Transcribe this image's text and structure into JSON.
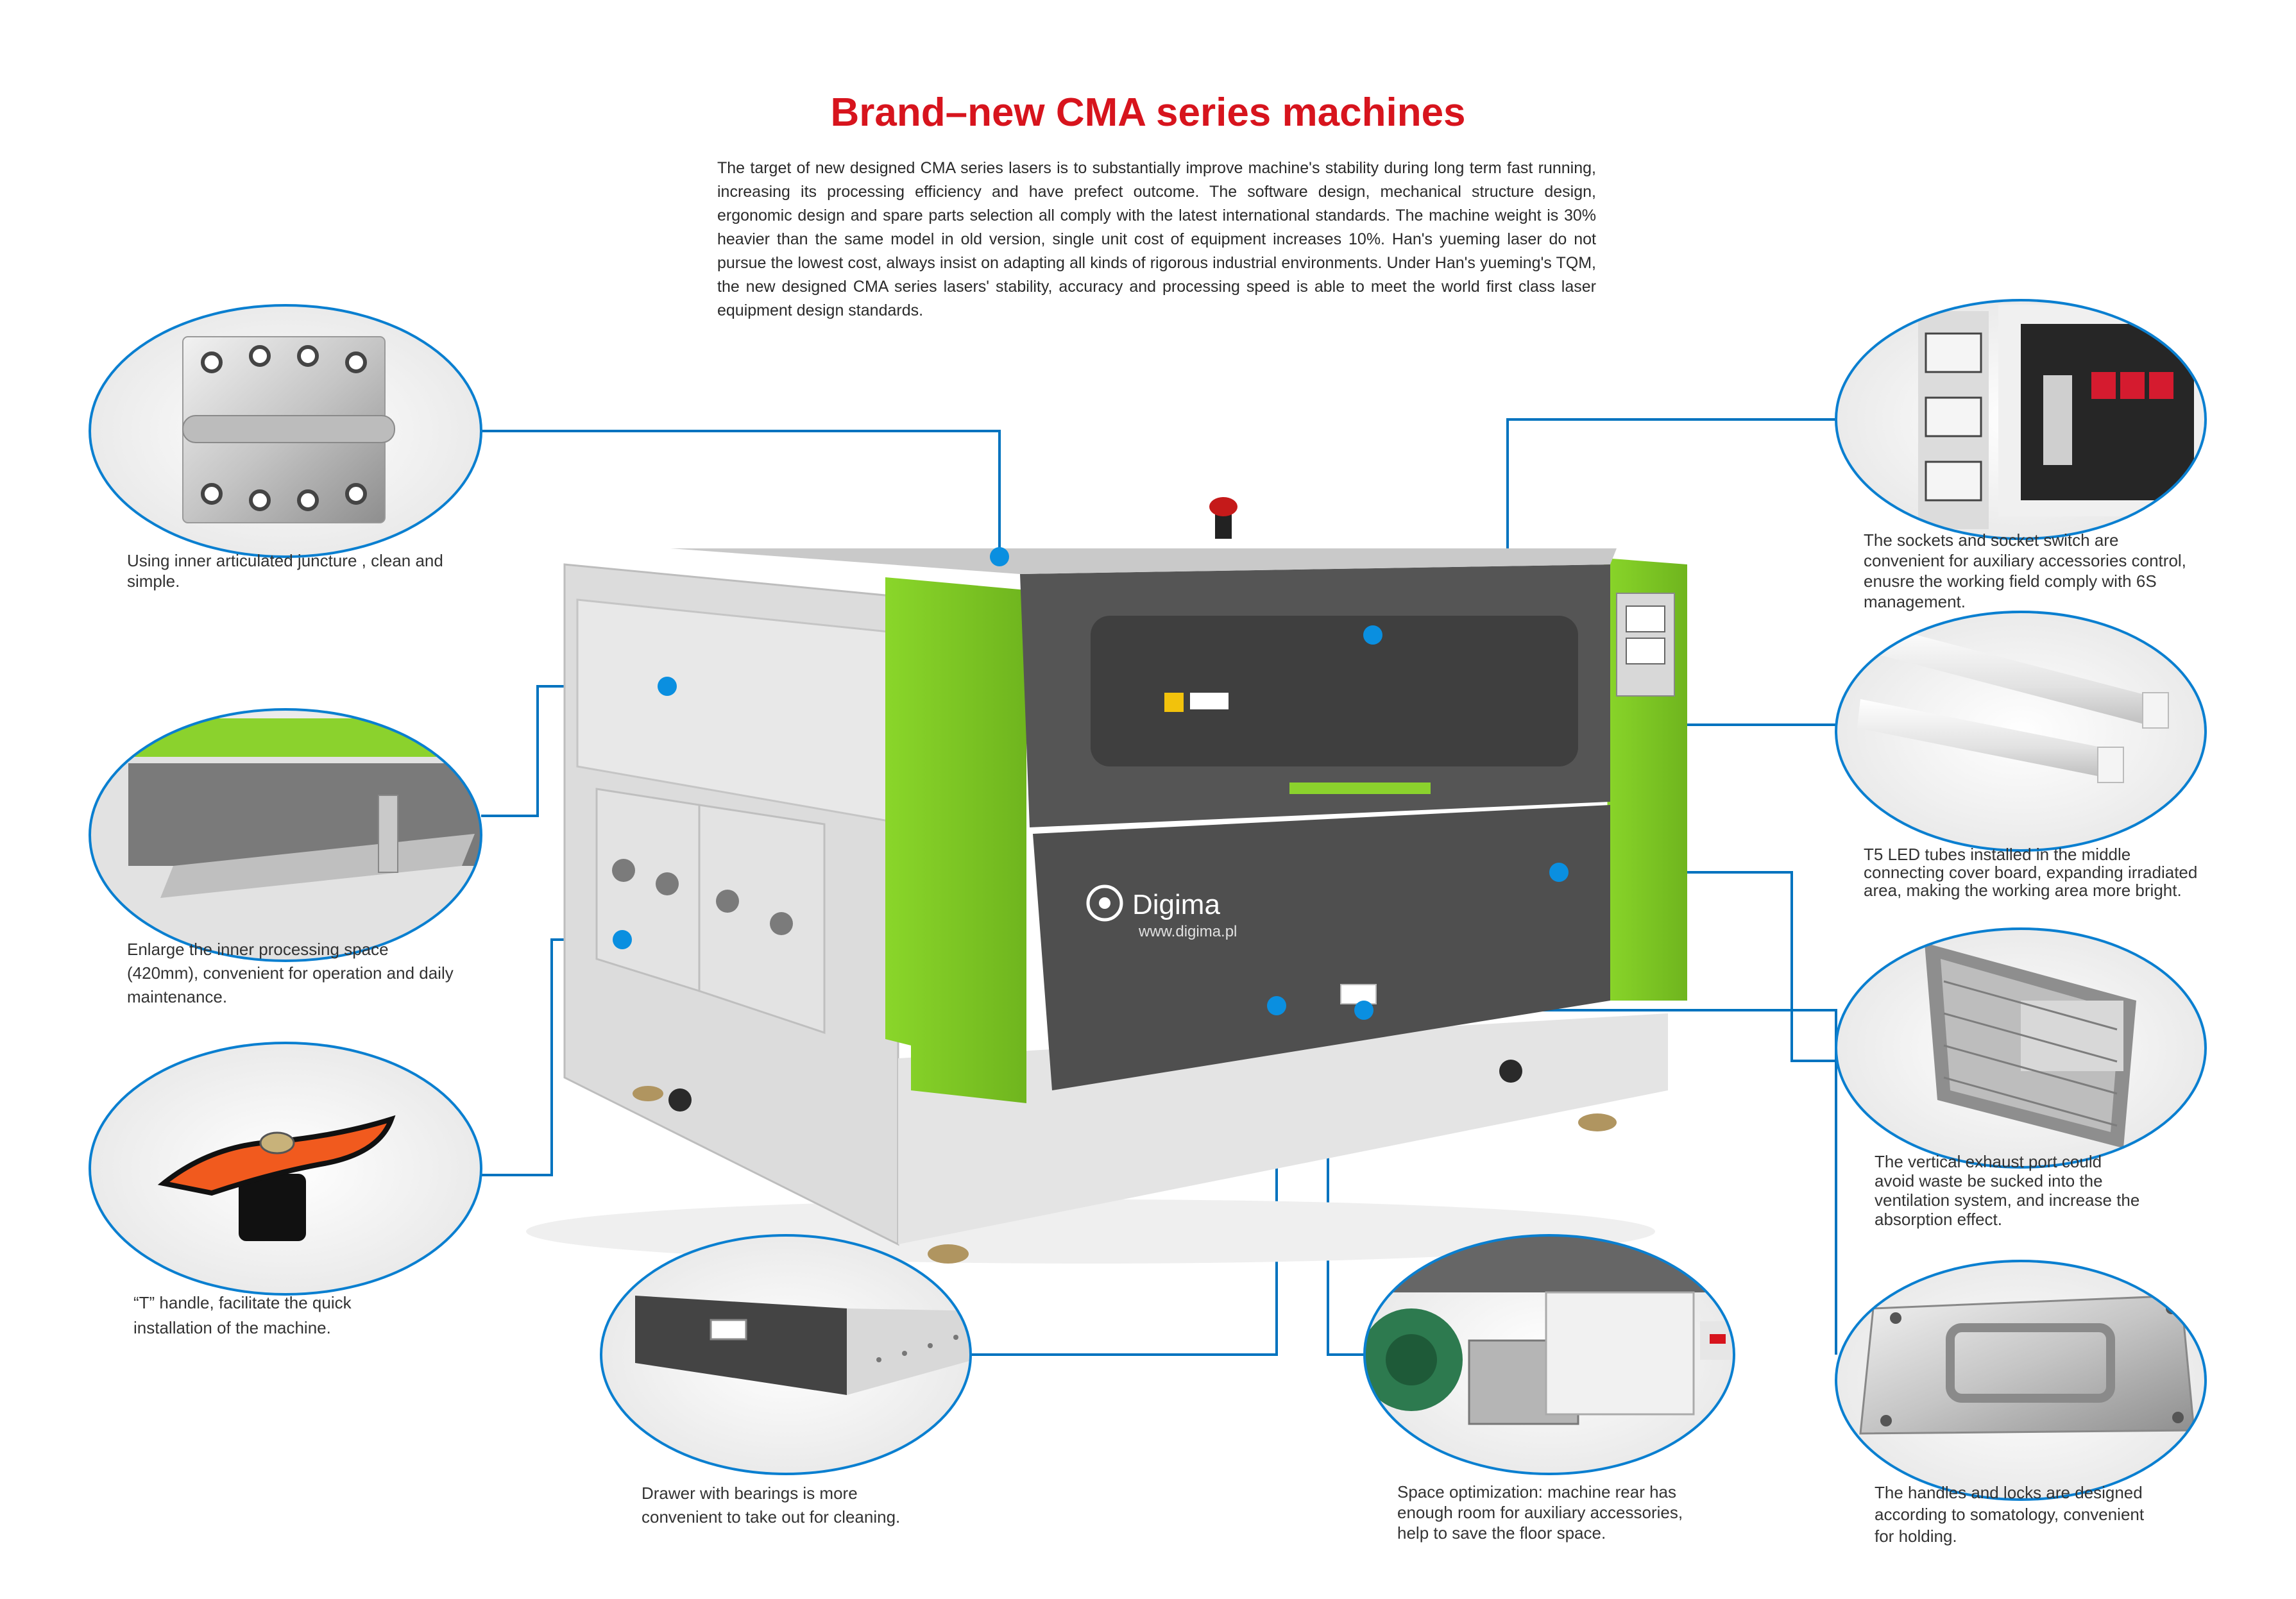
{
  "title": "Brand–new CMA series machines",
  "intro": "The target of new designed CMA series lasers is to substantially improve machine's stability during long term fast running, increasing its processing efficiency and have prefect outcome. The software design, mechanical structure design, ergonomic design and spare parts selection all comply with the latest international standards. The machine weight is 30% heavier than the same model in old version, single unit cost of equipment increases 10%. Han's yueming laser do not pursue the lowest cost, always insist on adapting all kinds of rigorous industrial environments. Under Han's yueming's TQM, the new designed CMA series lasers' stability, accuracy and processing speed is able to meet the world first class laser equipment design standards.",
  "brand": {
    "name": "Digima",
    "url": "www.digima.pl",
    "accent": "#d7141d",
    "line_color": "#0073bf",
    "dot_color": "#0a8fe0",
    "machine_green": "#8bd22d",
    "machine_gray": "#4f4f4f"
  },
  "captions": {
    "hinge": "Using inner articulated juncture , clean and simple.",
    "inner_space": "Enlarge the inner processing space (420mm), convenient for operation and daily maintenance.",
    "t_handle": "“T” handle, facilitate the quick installation of the machine.",
    "drawer": "Drawer with bearings is more convenient to take out for cleaning.",
    "rear_space": "Space optimization: machine rear has enough room for auxiliary accessories, help to save the floor space.",
    "handles_locks": "The handles and locks are designed according to somatology, convenient for holding.",
    "exhaust": "The vertical exhaust port could avoid waste be sucked into the ventilation system, and increase the absorption effect.",
    "led": "T5 LED tubes installed in the middle connecting cover board, expanding irradiated area, making the working area more bright.",
    "sockets": "The sockets and socket switch are convenient for auxiliary accessories control, enusre the working field comply with 6S management."
  }
}
